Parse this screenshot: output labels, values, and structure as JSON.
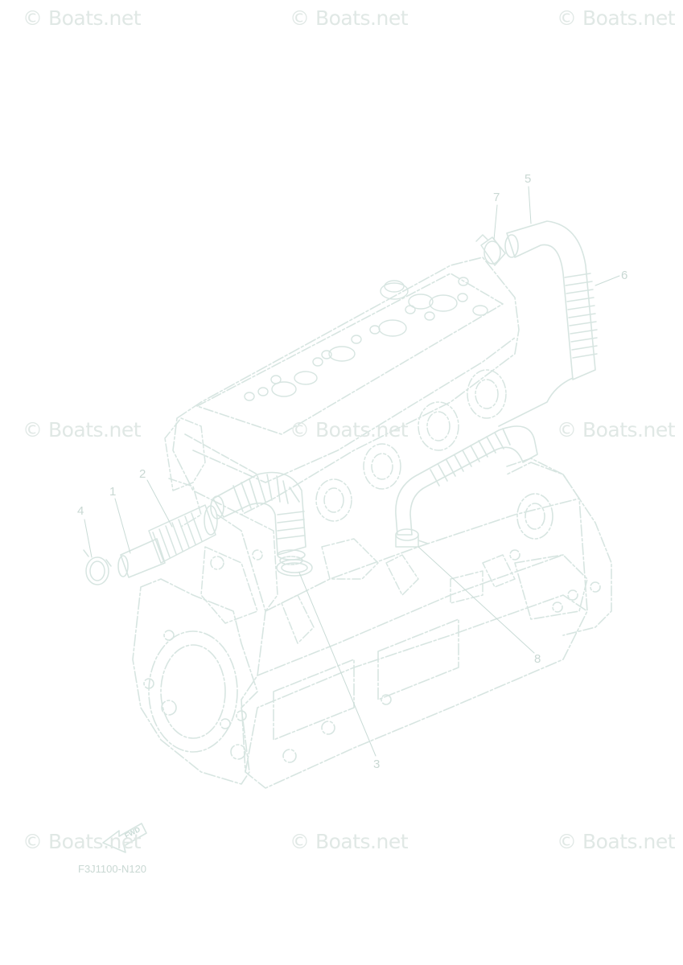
{
  "colors": {
    "line": "#d7e5e1",
    "line_dark": "#c9dbd6",
    "watermark": "#e0e8e5",
    "text": "#c9d8d3",
    "fill": "#ffffff"
  },
  "watermarks": [
    "© Boats.net",
    "© Boats.net",
    "© Boats.net",
    "© Boats.net",
    "© Boats.net",
    "© Boats.net",
    "© Boats.net",
    "© Boats.net",
    "© Boats.net"
  ],
  "callouts": [
    "1",
    "2",
    "3",
    "4",
    "5",
    "6",
    "7",
    "8"
  ],
  "fwd_label": "FWD",
  "diagram_code": "F3J1100-N120"
}
